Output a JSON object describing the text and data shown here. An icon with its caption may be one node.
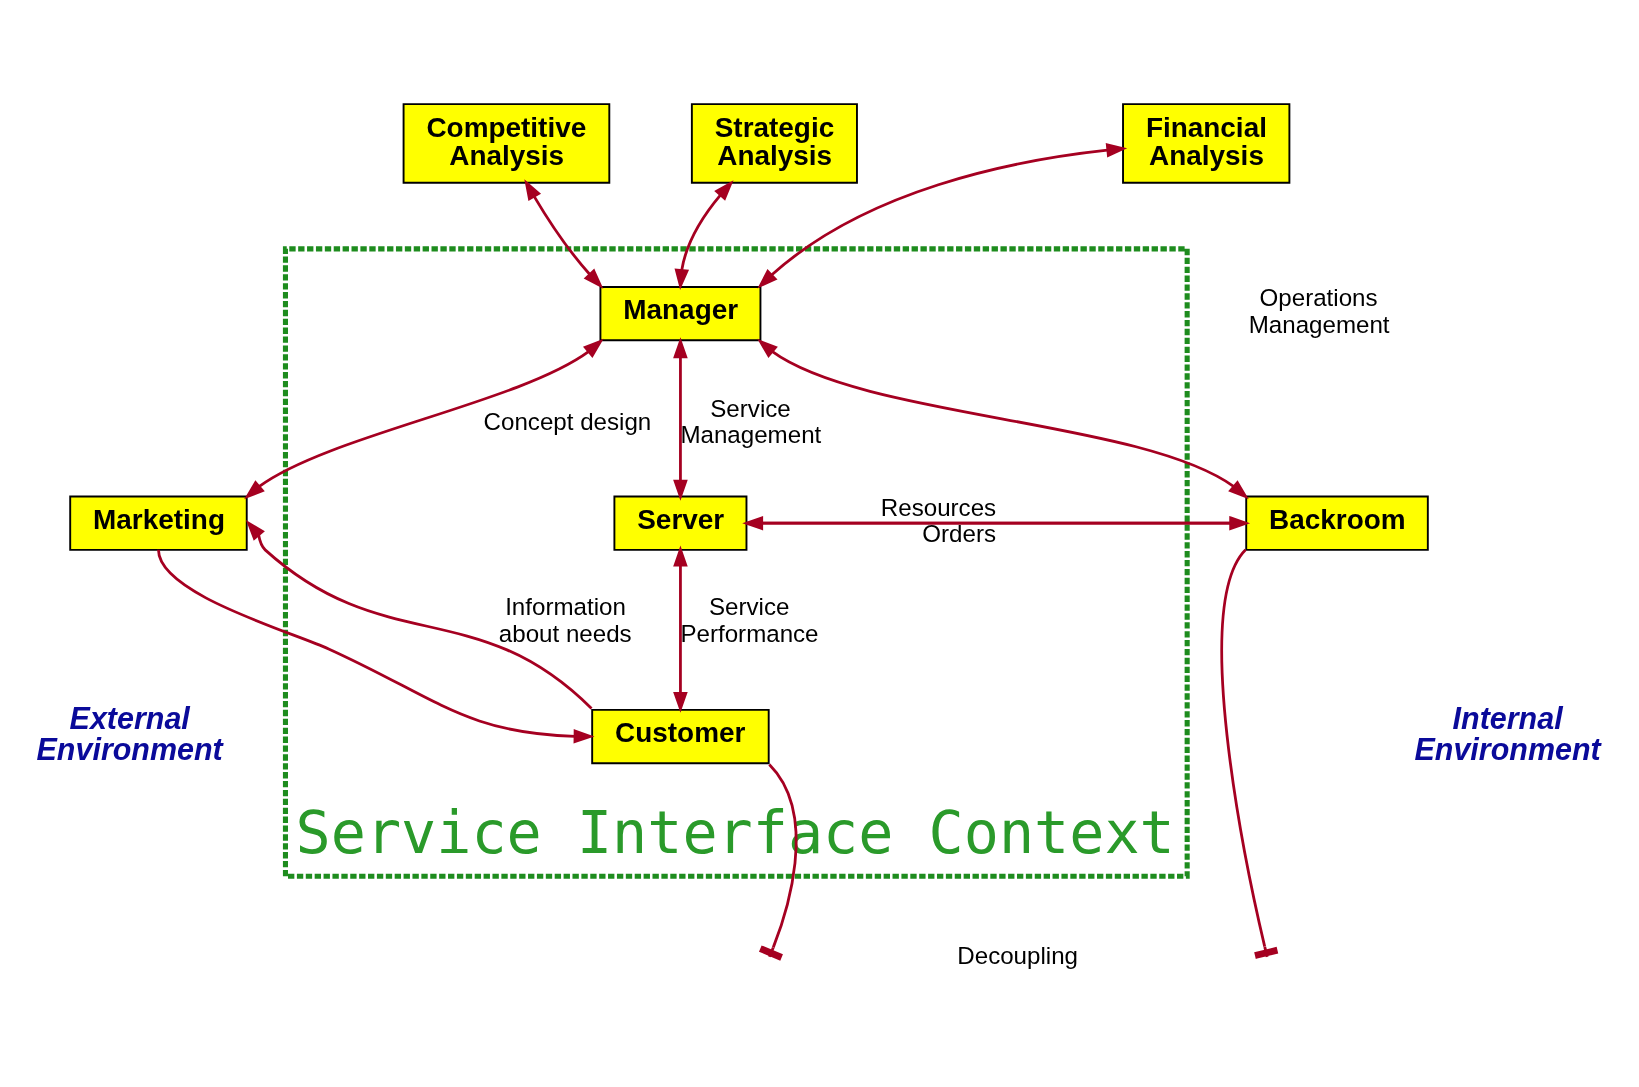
{
  "diagram": {
    "nodes": [
      {
        "text": [
          "Competitive Analysis"
        ]
      },
      {
        "text": [
          "Strategic Analysis"
        ]
      },
      {
        "text": [
          "Financial Analysis"
        ]
      },
      {
        "text": [
          "Service Interface Context"
        ]
      },
      {
        "text": [
          "Manager"
        ],
        "in": 3
      },
      {
        "text": [
          "Marketing"
        ]
      },
      {
        "text": [
          "Server"
        ],
        "in": 3
      },
      {
        "text": [
          "Backroom"
        ]
      },
      {
        "text": [
          "Customer"
        ],
        "in": 3
      }
    ],
    "edges": [
      {
        "from": 0,
        "to": 4,
        "arrow": "both"
      },
      {
        "from": 1,
        "to": 4,
        "arrow": "both"
      },
      {
        "from": 2,
        "to": 4,
        "arrow": "both"
      },
      {
        "from": 4,
        "to": 5,
        "arrow": "both",
        "label": "Concept design"
      },
      {
        "from": 4,
        "to": 6,
        "arrow": "both",
        "label": "Service Management"
      },
      {
        "from": 4,
        "to": 7,
        "arrow": "both"
      },
      {
        "from": 7,
        "to": 6,
        "arrow": "to",
        "label": "Orders"
      },
      {
        "from": 6,
        "to": 7,
        "arrow": "to",
        "label": "Resources"
      },
      {
        "from": 5,
        "to": 8,
        "arrow": "to"
      },
      {
        "from": 8,
        "to": 5,
        "arrow": "to",
        "label": "Information about needs"
      },
      {
        "from": 6,
        "to": 8,
        "arrow": "both",
        "label": "Service Performance"
      },
      {
        "from": 8,
        "to": null,
        "arrow": "other"
      },
      {
        "from": 7,
        "to": null,
        "arrow": "other"
      }
    ],
    "labels": [
      "Operations Management",
      "Decoupling",
      "External Environment",
      "Internal Environment"
    ]
  }
}
